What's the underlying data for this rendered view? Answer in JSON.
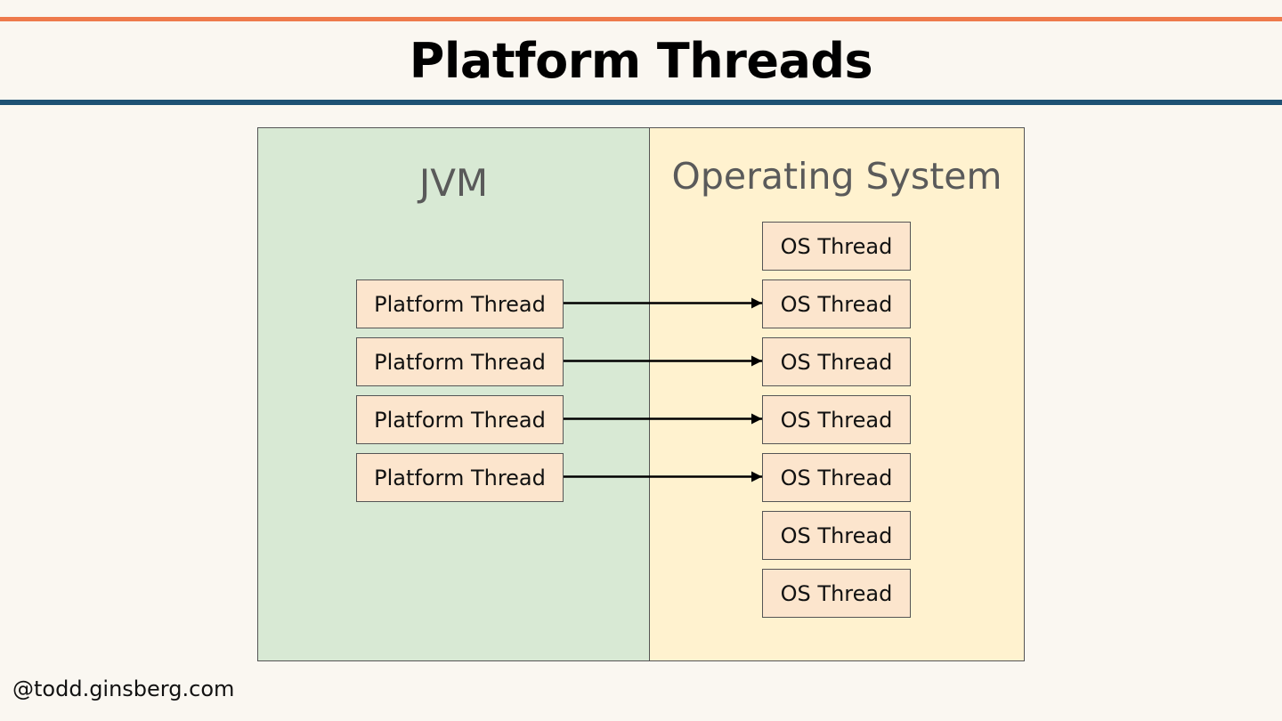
{
  "slide": {
    "title": "Platform Threads",
    "credit": "@todd.ginsberg.com"
  },
  "panels": {
    "jvm": {
      "label": "JVM"
    },
    "os": {
      "label": "Operating System"
    }
  },
  "platform_threads": [
    {
      "label": "Platform Thread",
      "maps_to_os_thread": 1
    },
    {
      "label": "Platform Thread",
      "maps_to_os_thread": 2
    },
    {
      "label": "Platform Thread",
      "maps_to_os_thread": 3
    },
    {
      "label": "Platform Thread",
      "maps_to_os_thread": 4
    }
  ],
  "os_threads": [
    {
      "label": "OS Thread"
    },
    {
      "label": "OS Thread"
    },
    {
      "label": "OS Thread"
    },
    {
      "label": "OS Thread"
    },
    {
      "label": "OS Thread"
    },
    {
      "label": "OS Thread"
    },
    {
      "label": "OS Thread"
    }
  ],
  "colors": {
    "accent_top": "#ee7a4c",
    "accent_bottom": "#1e5274",
    "jvm_panel": "#d8e9d4",
    "os_panel": "#fff2cf",
    "thread_box": "#fce5cd"
  }
}
